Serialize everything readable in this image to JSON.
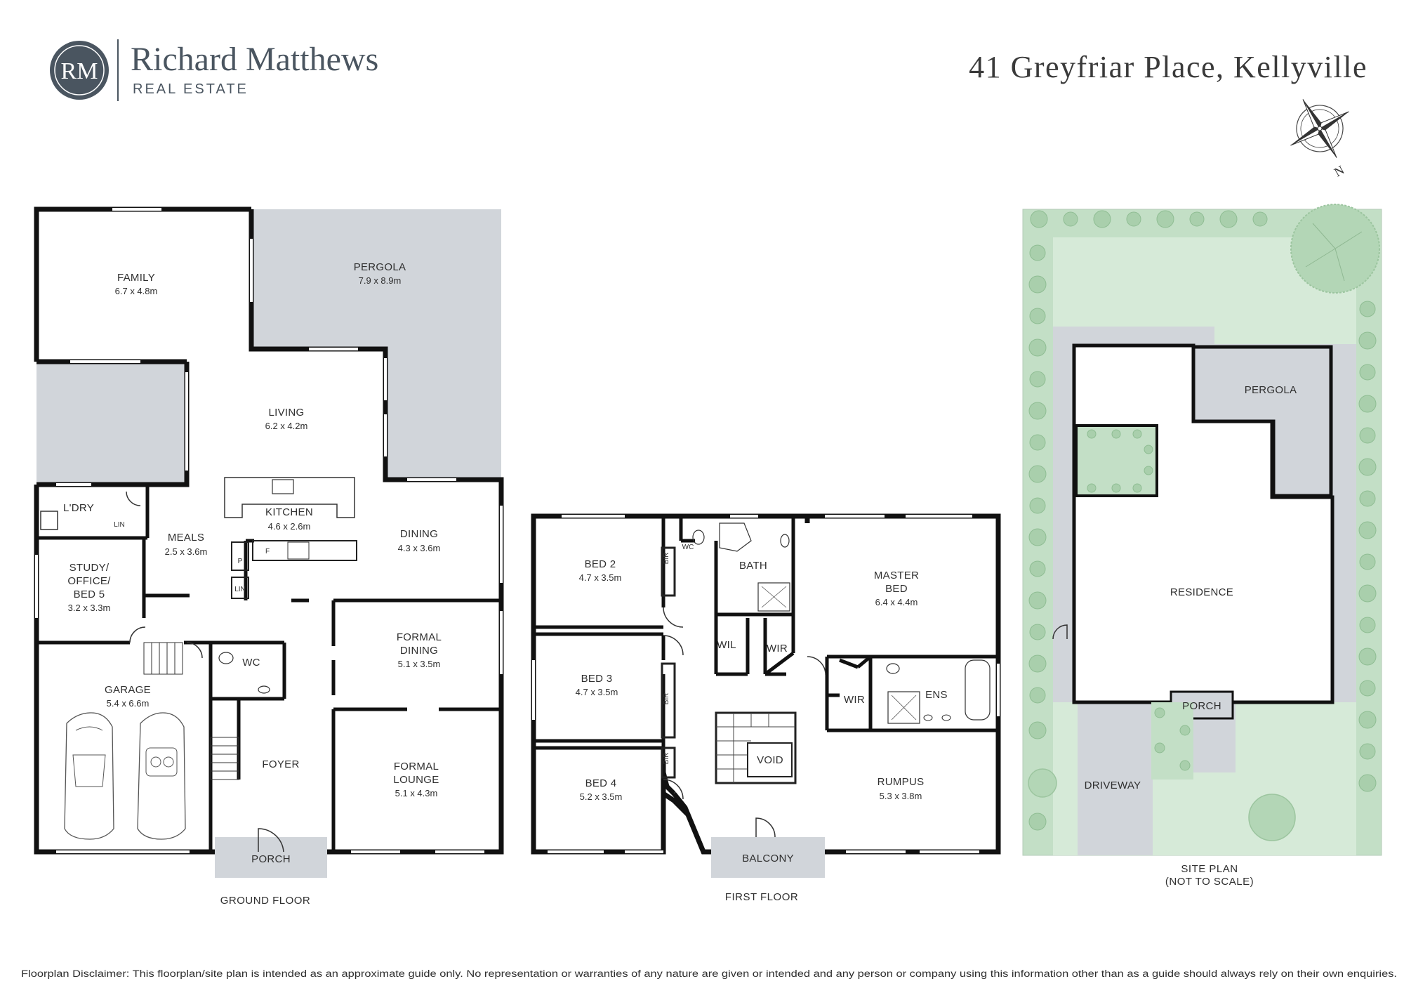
{
  "header": {
    "logo_monogram": "RM",
    "brand_name": "Richard Matthews",
    "brand_sub": "REAL ESTATE",
    "address": "41 Greyfriar Place,  Kellyville",
    "compass_label": "N"
  },
  "ground_floor": {
    "title": "GROUND FLOOR",
    "rooms": {
      "family": {
        "name": "FAMILY",
        "dim": "6.7 x 4.8m"
      },
      "pergola": {
        "name": "PERGOLA",
        "dim": "7.9 x 8.9m"
      },
      "living": {
        "name": "LIVING",
        "dim": "6.2 x 4.2m"
      },
      "laundry": {
        "name": "L'DRY"
      },
      "kitchen": {
        "name": "KITCHEN",
        "dim": "4.6 x 2.6m"
      },
      "meals": {
        "name": "MEALS",
        "dim": "2.5 x 3.6m"
      },
      "dining": {
        "name": "DINING",
        "dim": "4.3 x 3.6m"
      },
      "study_l1": "STUDY/",
      "study_l2": "OFFICE/",
      "study_l3": "BED 5",
      "study_dim": "3.2 x 3.3m",
      "formal_dining_l1": "FORMAL",
      "formal_dining_l2": "DINING",
      "formal_dining_dim": "5.1 x 3.5m",
      "garage": {
        "name": "GARAGE",
        "dim": "5.4 x 6.6m"
      },
      "wc": {
        "name": "WC"
      },
      "foyer": {
        "name": "FOYER"
      },
      "formal_lounge_l1": "FORMAL",
      "formal_lounge_l2": "LOUNGE",
      "formal_lounge_dim": "5.1 x 4.3m",
      "porch": {
        "name": "PORCH"
      }
    },
    "labels": {
      "lin1": "LIN",
      "lin2": "LIN",
      "pantry": "P",
      "fridge": "F"
    }
  },
  "first_floor": {
    "title": "FIRST FLOOR",
    "rooms": {
      "bed2": {
        "name": "BED 2",
        "dim": "4.7 x 3.5m"
      },
      "bed3": {
        "name": "BED 3",
        "dim": "4.7 x 3.5m"
      },
      "bed4": {
        "name": "BED 4",
        "dim": "5.2 x 3.5m"
      },
      "bath": {
        "name": "BATH"
      },
      "wc": {
        "name": "WC"
      },
      "master_l1": "MASTER",
      "master_l2": "BED",
      "master_dim": "6.4 x 4.4m",
      "wil": {
        "name": "WIL"
      },
      "wir1": {
        "name": "WIR"
      },
      "wir2": {
        "name": "WIR"
      },
      "ens": {
        "name": "ENS"
      },
      "void": {
        "name": "VOID"
      },
      "rumpus": {
        "name": "RUMPUS",
        "dim": "5.3 x 3.8m"
      },
      "balcony": {
        "name": "BALCONY"
      }
    },
    "labels": {
      "bir1": "BIR",
      "bir2": "BIR",
      "bir3": "BIR"
    }
  },
  "site_plan": {
    "title": "SITE PLAN",
    "subtitle": "(NOT TO SCALE)",
    "labels": {
      "pergola": "PERGOLA",
      "residence": "RESIDENCE",
      "porch": "PORCH",
      "driveway": "DRIVEWAY"
    }
  },
  "footer": {
    "disclaimer": "Floorplan Disclaimer: This floorplan/site plan is intended as an approximate guide only. No representation or warranties of any nature are given or intended and any person or company using this information other than as a guide should always rely on their own enquiries."
  },
  "colors": {
    "grey_area": "#d1d5da",
    "lawn": "#d6ead8",
    "garden": "#c3dfc6",
    "brand": "#4a5560"
  },
  "icons": [
    "logo-monogram",
    "compass-rose-icon",
    "car-icon",
    "tree-icon",
    "shrub-icon",
    "stair-icon",
    "door-swing-icon"
  ]
}
